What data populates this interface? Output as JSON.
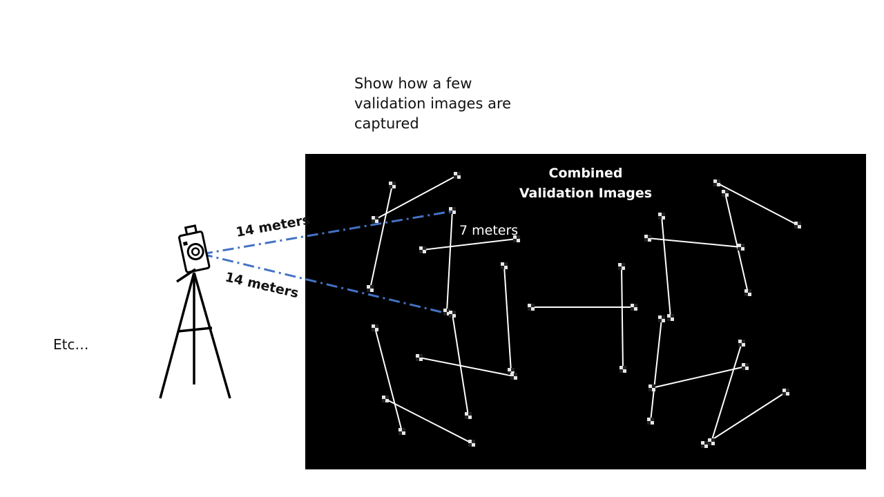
{
  "note": {
    "line1": "Show how a few",
    "line2": "validation images are",
    "line3": "captured"
  },
  "etc_label": "Etc…",
  "panel": {
    "title_line1": "Combined",
    "title_line2": "Validation Images"
  },
  "distances": {
    "upper": "14 meters",
    "lower": "14 meters",
    "target": "7 meters"
  },
  "colors": {
    "sightline": "#4472C4",
    "panel_background": "#000000",
    "target_bar": "#FFFFFF"
  },
  "icons": [
    "camera-icon",
    "tripod-icon"
  ]
}
